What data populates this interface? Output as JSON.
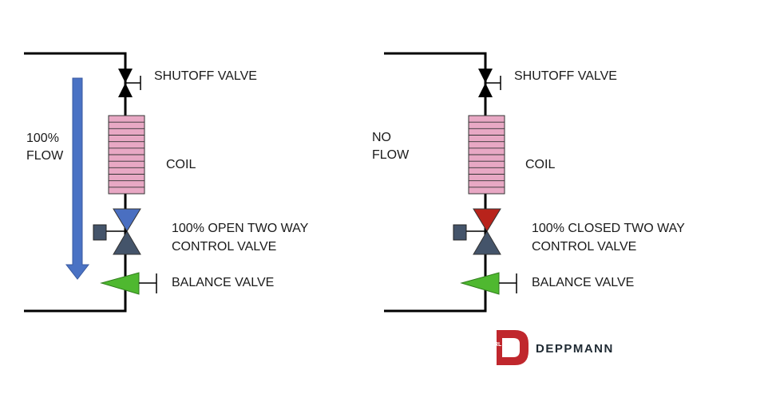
{
  "left_panel": {
    "shutoff_label": "SHUTOFF VALVE",
    "coil_label": "COIL",
    "control_label_line1": "100% OPEN TWO WAY",
    "control_label_line2": "CONTROL VALVE",
    "balance_label": "BALANCE VALVE",
    "flow_line1": "100%",
    "flow_line2": "FLOW",
    "control_valve_top_color": "#4a6fc1"
  },
  "right_panel": {
    "shutoff_label": "SHUTOFF VALVE",
    "coil_label": "COIL",
    "control_label_line1": "100% CLOSED TWO WAY",
    "control_label_line2": "CONTROL VALVE",
    "balance_label": "BALANCE VALVE",
    "flow_line1": "NO",
    "flow_line2": "FLOW",
    "control_valve_top_color": "#b8231b"
  },
  "logo": {
    "brand": "DEPPMANN",
    "monogram": "RL",
    "brand_color": "#c0272d"
  },
  "colors": {
    "pipe": "#000000",
    "coil_fill": "#e8a8c4",
    "valve_body": "#44546a",
    "balance_valve": "#4fb830",
    "flow_arrow": "#4a72c4"
  }
}
